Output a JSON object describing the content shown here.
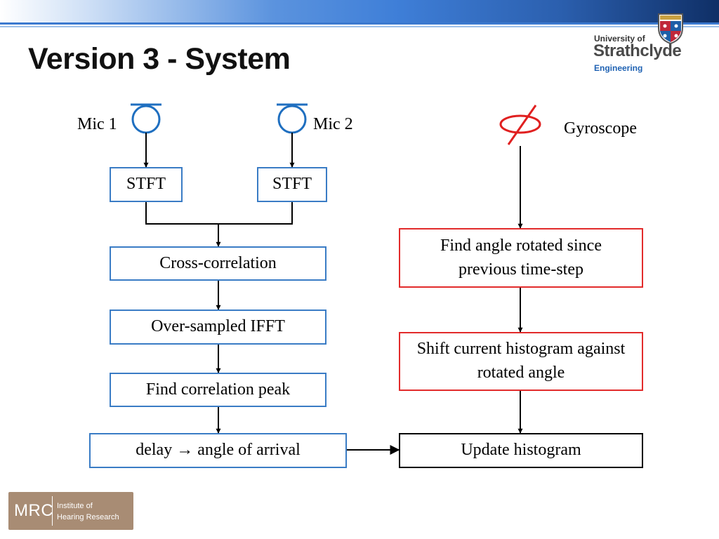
{
  "slide": {
    "title": "Version 3 - System"
  },
  "logo": {
    "line1": "University of",
    "line2": "Strathclyde",
    "line3": "Engineering"
  },
  "inputs": {
    "mic1": "Mic 1",
    "mic2": "Mic 2",
    "gyro": "Gyroscope"
  },
  "blocks": {
    "stft1": "STFT",
    "stft2": "STFT",
    "xcorr": "Cross-correlation",
    "ifft": "Over-sampled IFFT",
    "peak": "Find correlation peak",
    "delay": "delay → angle of arrival",
    "find_angle": "Find angle rotated since previous time-step",
    "shift": "Shift current histogram against rotated angle",
    "update": "Update histogram"
  },
  "footer": {
    "short": "MRC",
    "line1": "Institute of",
    "line2": "Hearing Research"
  },
  "colors": {
    "blue_box": "#3a7cc5",
    "red_box": "#e22b2b",
    "mic_icon": "#1f6fc0",
    "gyro_icon": "#e02020"
  }
}
